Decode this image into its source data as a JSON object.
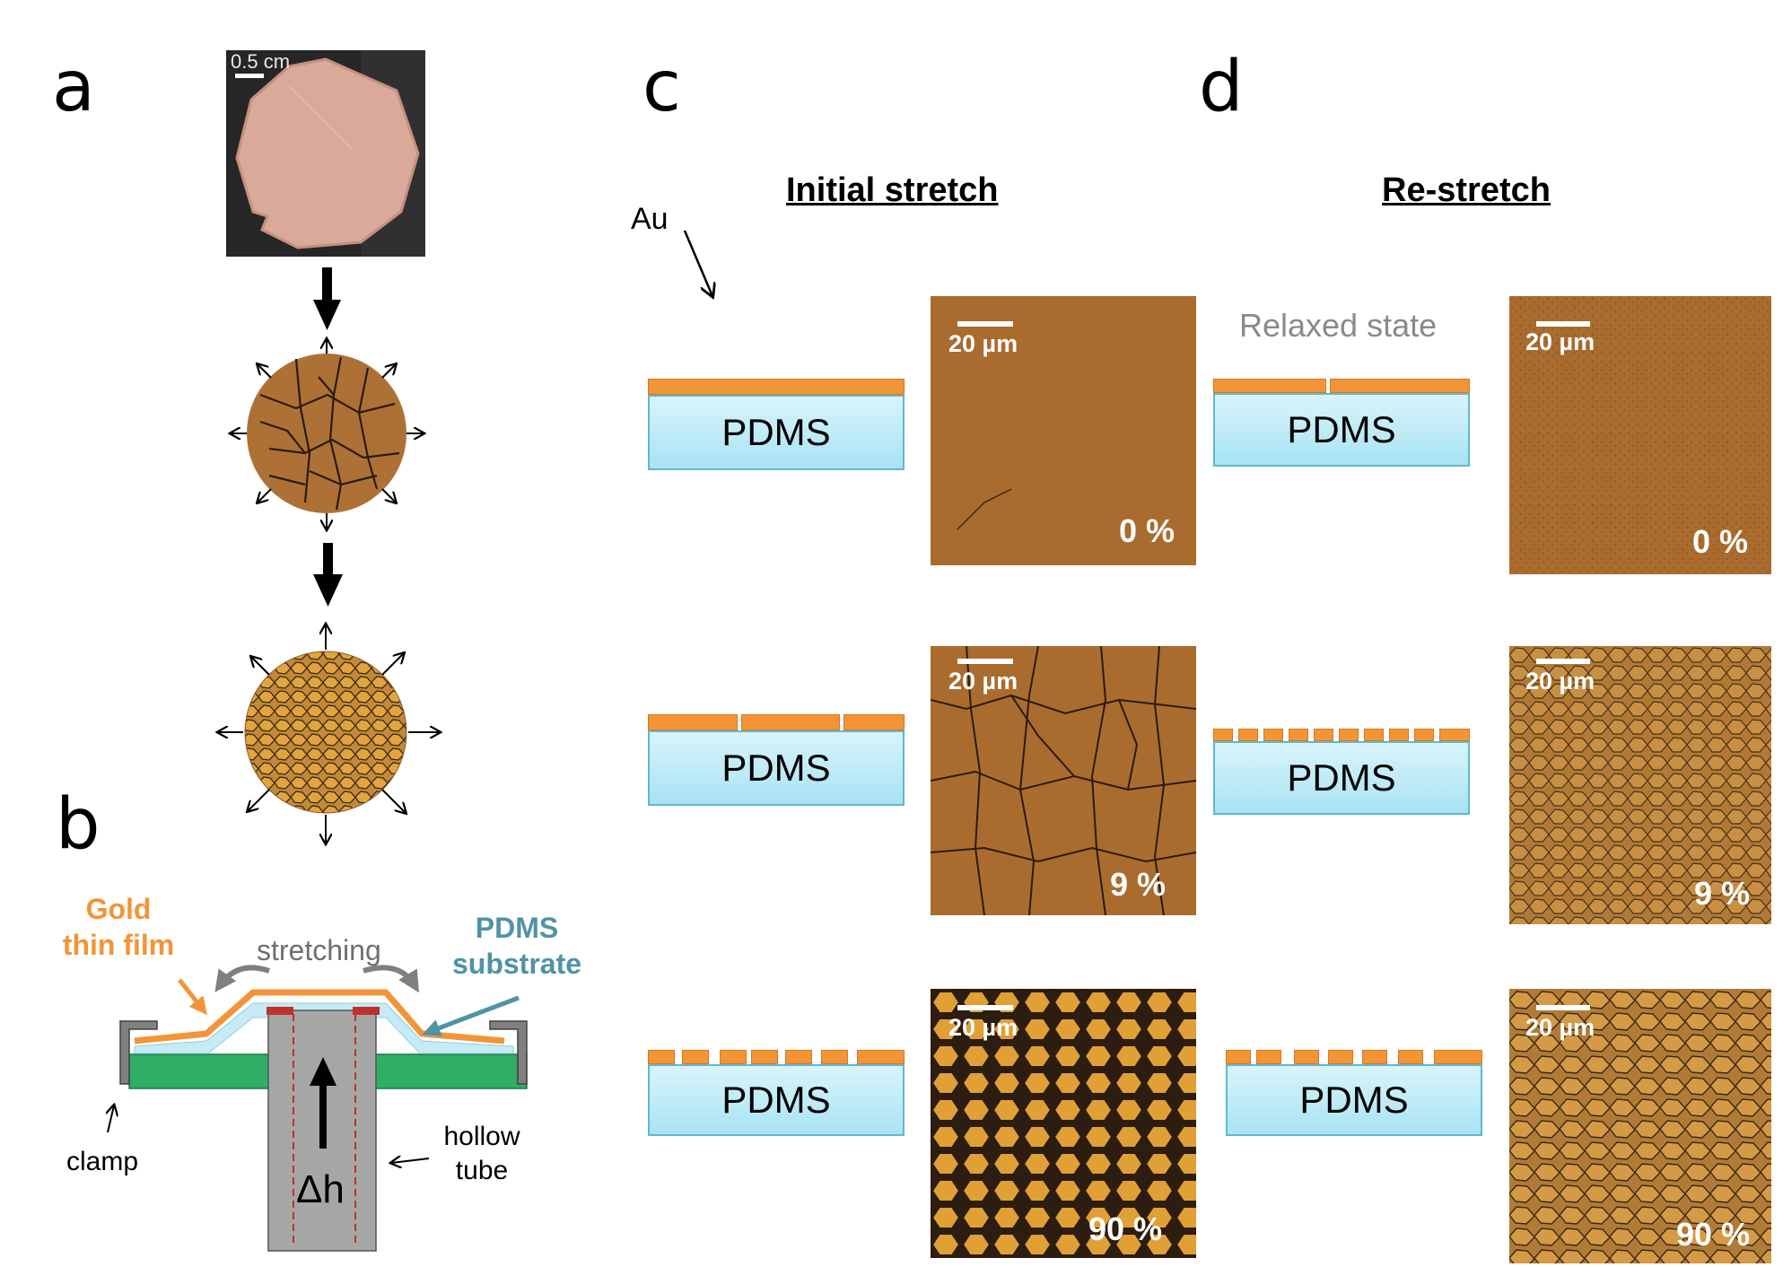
{
  "panels": {
    "a": "a",
    "b": "b",
    "c": "c",
    "d": "d"
  },
  "headings": {
    "c": "Initial stretch",
    "d": "Re-stretch"
  },
  "annotations": {
    "au": "Au",
    "relaxed_state": "Relaxed state",
    "photo_scale": "0.5 cm"
  },
  "diagram_b": {
    "gold_line1": "Gold",
    "gold_line2": "thin film",
    "stretching": "stretching",
    "pdms_line1": "PDMS",
    "pdms_line2": "substrate",
    "clamp": "clamp",
    "hollow_line1": "hollow",
    "hollow_line2": "tube",
    "delta_h": "Δh"
  },
  "pdms_label": "PDMS",
  "micrographs": {
    "scale": "20 µm",
    "c": [
      "0 %",
      "9 %",
      "90 %"
    ],
    "d": [
      "0 %",
      "9 %",
      "90 %"
    ]
  },
  "colors": {
    "gold_film": "#f39436",
    "pdms": "#bfeaf7",
    "clamp_base": "#2fae66",
    "tube": "#a6a6a6",
    "micrograph": "#a96c2e",
    "crack": "#2a1a10",
    "teal_label": "#4f93a5"
  }
}
